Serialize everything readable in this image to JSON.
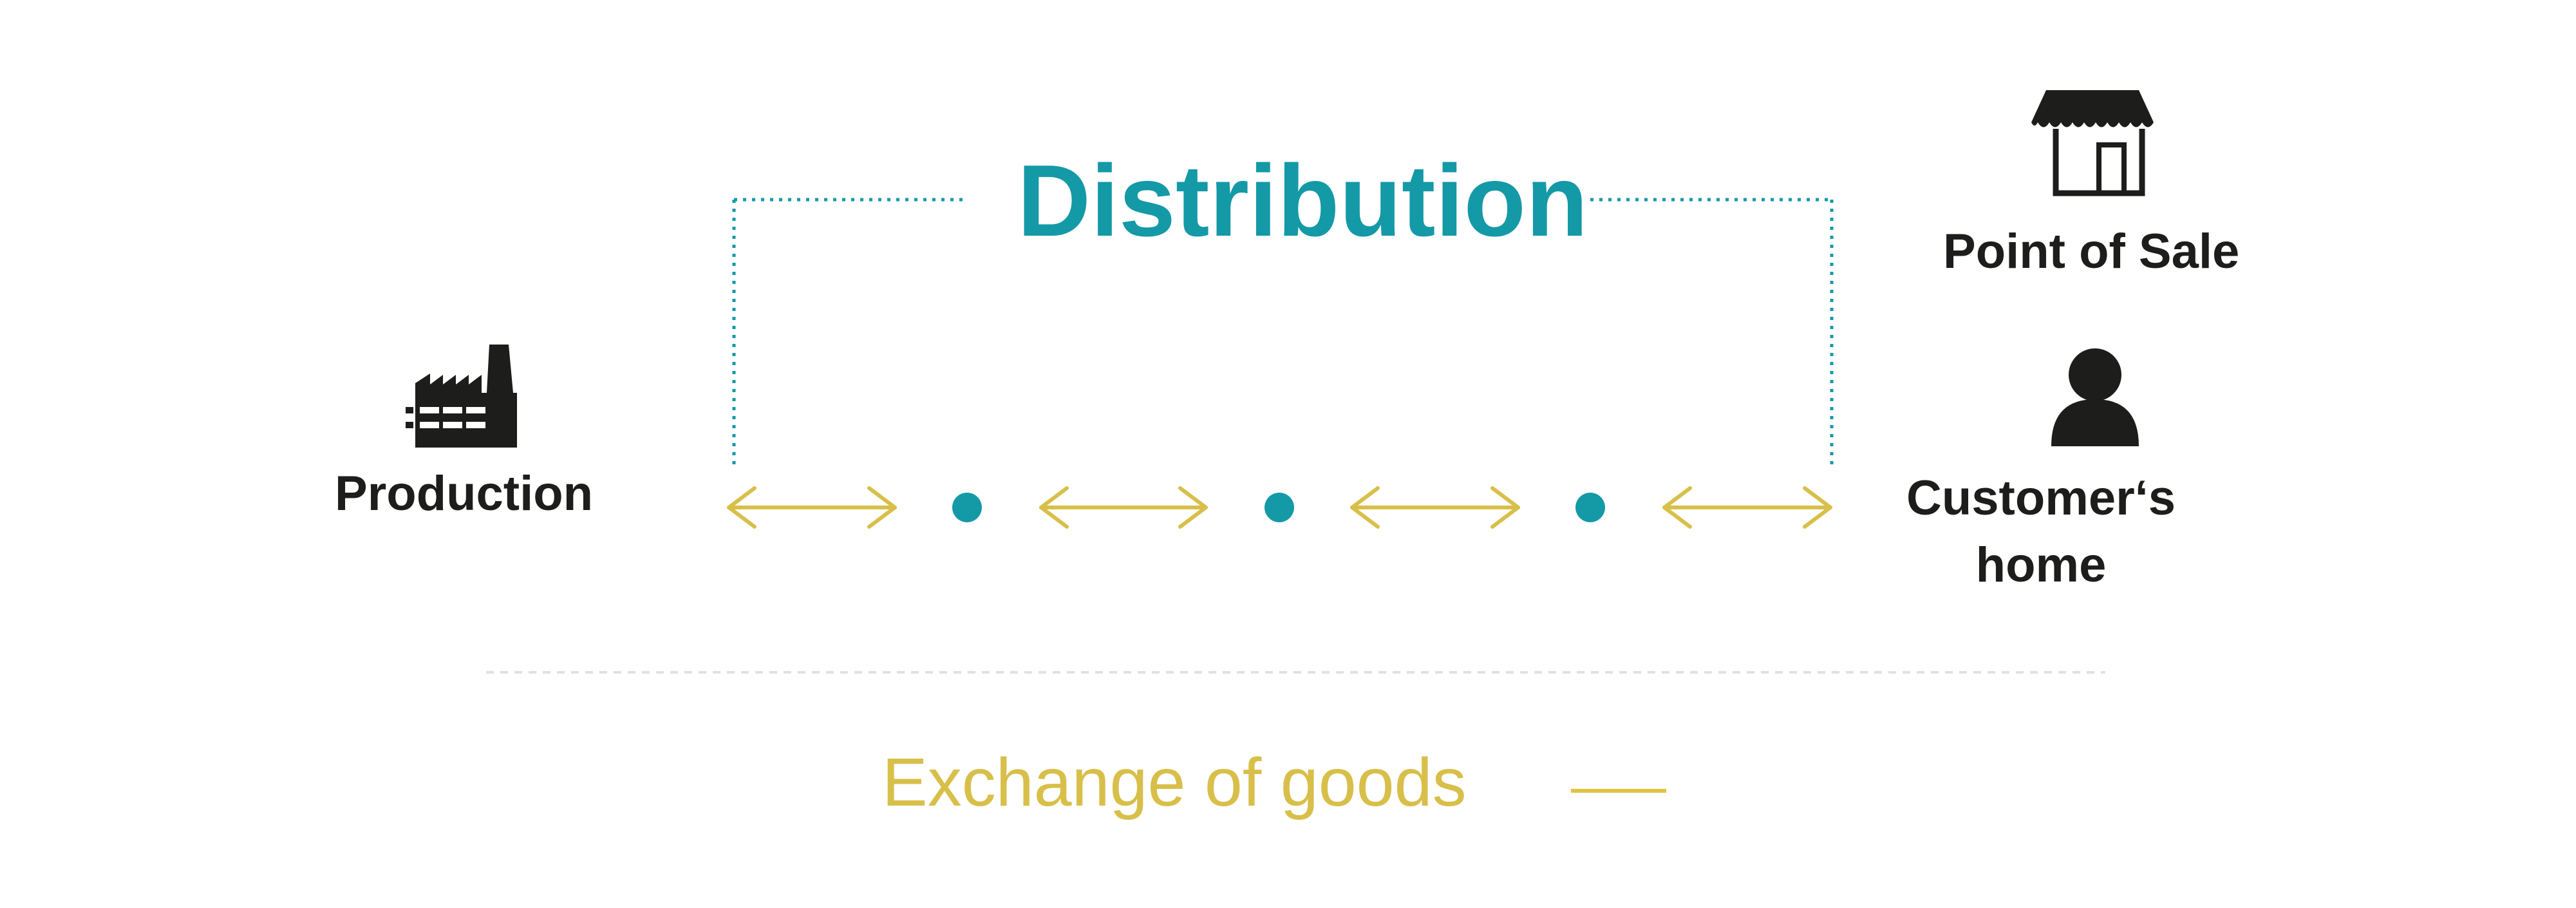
{
  "title": "Distribution",
  "nodes": {
    "production": "Production",
    "point_of_sale": "Point of Sale",
    "customers_home_line1": "Customer‘s",
    "customers_home_line2": "home"
  },
  "legend": {
    "label": "Exchange of goods"
  },
  "colors": {
    "accent": "#1499a7",
    "goods": "#d8bf49",
    "text": "#1d1d1b",
    "divider": "#dcdcdc"
  },
  "icons": {
    "production": "factory-icon",
    "point_of_sale": "store-icon",
    "customers_home": "person-icon"
  }
}
